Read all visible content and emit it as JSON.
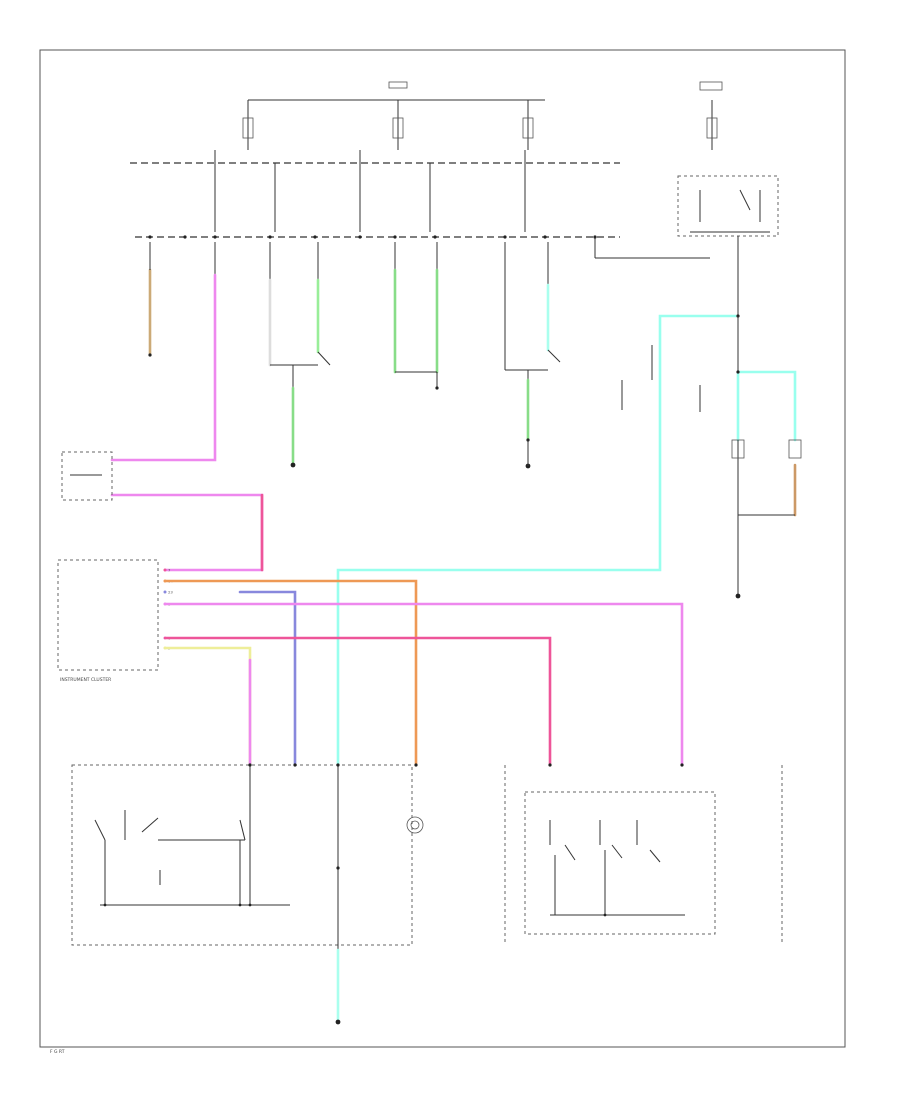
{
  "colors": {
    "pink": "#ee88ee",
    "hot_pink": "#ee5599",
    "green": "#88dd88",
    "aqua": "#99ffee",
    "cyan": "#66dddd",
    "orange": "#ee9955",
    "tan": "#cc9966",
    "violet": "#8888dd",
    "yellow": "#eeee99",
    "line": "#333333",
    "frame": "#555555"
  },
  "labels": {
    "cluster": "INSTRUMENT CLUSTER",
    "corner": "F  G  RT"
  },
  "cluster_pins": [
    {
      "pin": "7",
      "color": "hot_pink"
    },
    {
      "pin": "14",
      "color": "orange"
    },
    {
      "pin": "23",
      "color": "violet"
    },
    {
      "pin": "8",
      "color": "pink"
    },
    {
      "pin": "1",
      "color": "pink"
    },
    {
      "pin": "2",
      "color": "yellow"
    }
  ]
}
